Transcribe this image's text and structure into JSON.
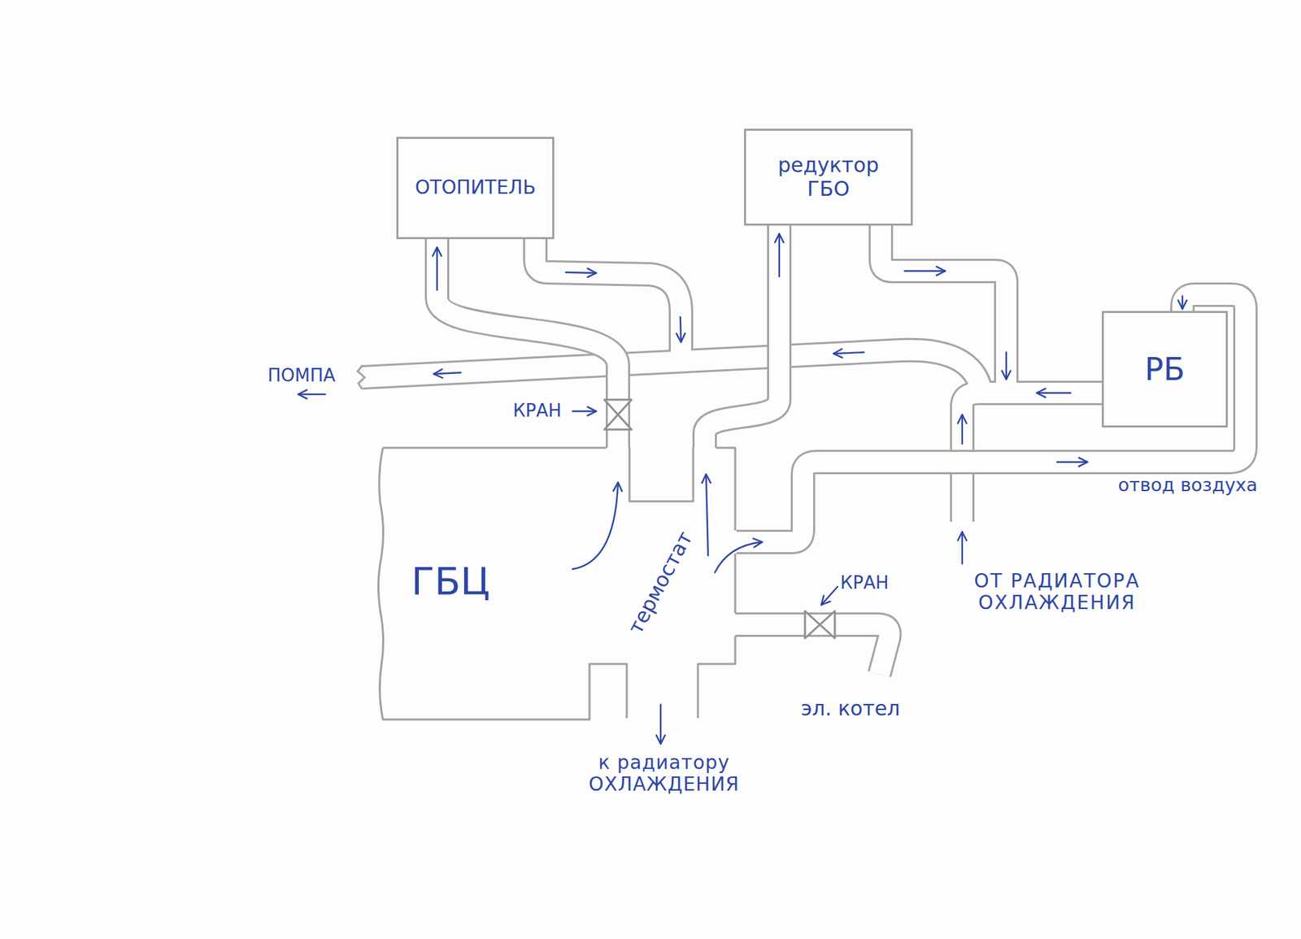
{
  "diagram": {
    "nodes": [
      {
        "text": [
          "ОТОПИТЕЛЬ"
        ]
      },
      {
        "text": [
          "редуктор ГБО"
        ]
      },
      {
        "text": [
          "РБ"
        ]
      },
      {
        "text": [
          "ГБЦ"
        ]
      }
    ],
    "edges": [
      {
        "from": 3,
        "to": 0,
        "arrow": "to"
      },
      {
        "from": 3,
        "to": 1,
        "arrow": "to"
      },
      {
        "from": 3,
        "to": 2,
        "arrow": "to",
        "label": "отвод воздуха"
      }
    ],
    "labels": [
      "ПОМПА",
      "КРАН",
      "КРАН",
      "ОТ РАДИАТОРА ОХЛАЖДЕНИЯ",
      "термостат",
      "эл. котел",
      "к радиатору ОХЛАЖДЕНИЯ"
    ]
  }
}
